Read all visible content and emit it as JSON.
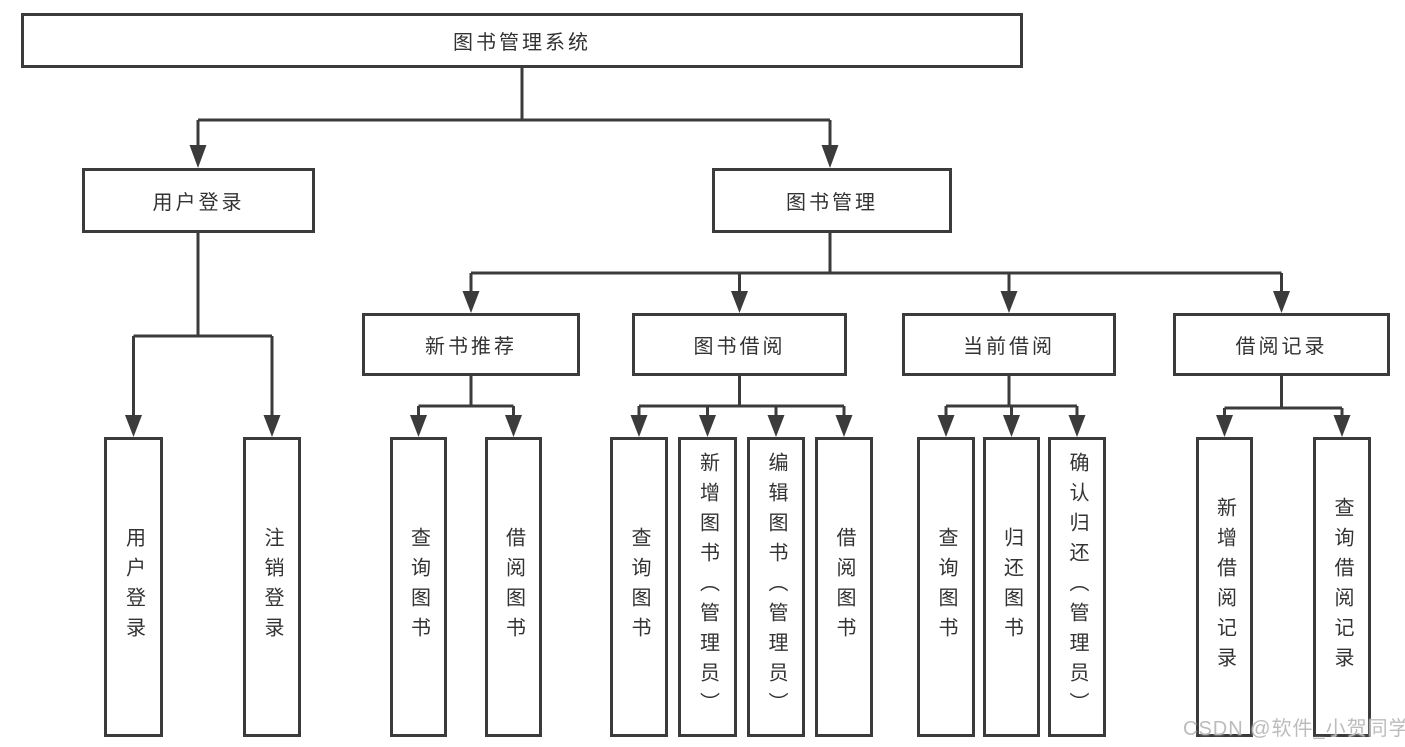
{
  "diagram": {
    "type": "hierarchy",
    "root": {
      "label": "图书管理系统"
    },
    "level1": [
      {
        "label": "用户登录"
      },
      {
        "label": "图书管理"
      }
    ],
    "level2": [
      {
        "label": "新书推荐",
        "parent": "图书管理"
      },
      {
        "label": "图书借阅",
        "parent": "图书管理"
      },
      {
        "label": "当前借阅",
        "parent": "图书管理"
      },
      {
        "label": "借阅记录",
        "parent": "图书管理"
      }
    ],
    "leaves": [
      {
        "label": "用户登录",
        "parent": "用户登录"
      },
      {
        "label": "注销登录",
        "parent": "用户登录"
      },
      {
        "label": "查询图书",
        "parent": "新书推荐"
      },
      {
        "label": "借阅图书",
        "parent": "新书推荐"
      },
      {
        "label": "查询图书",
        "parent": "图书借阅"
      },
      {
        "label": "新增图书（管理员）",
        "parent": "图书借阅"
      },
      {
        "label": "编辑图书（管理员）",
        "parent": "图书借阅"
      },
      {
        "label": "借阅图书",
        "parent": "图书借阅"
      },
      {
        "label": "查询图书",
        "parent": "当前借阅"
      },
      {
        "label": "归还图书",
        "parent": "当前借阅"
      },
      {
        "label": "确认归还（管理员）",
        "parent": "当前借阅"
      },
      {
        "label": "新增借阅记录",
        "parent": "借阅记录"
      },
      {
        "label": "查询借阅记录",
        "parent": "借阅记录"
      }
    ],
    "colors": {
      "line": "#3b3b3b",
      "text": "#333333",
      "box_background": "#ffffff",
      "watermark": "#b8b8b8"
    }
  },
  "watermark": {
    "text": "CSDN @软件_小贺同学"
  }
}
